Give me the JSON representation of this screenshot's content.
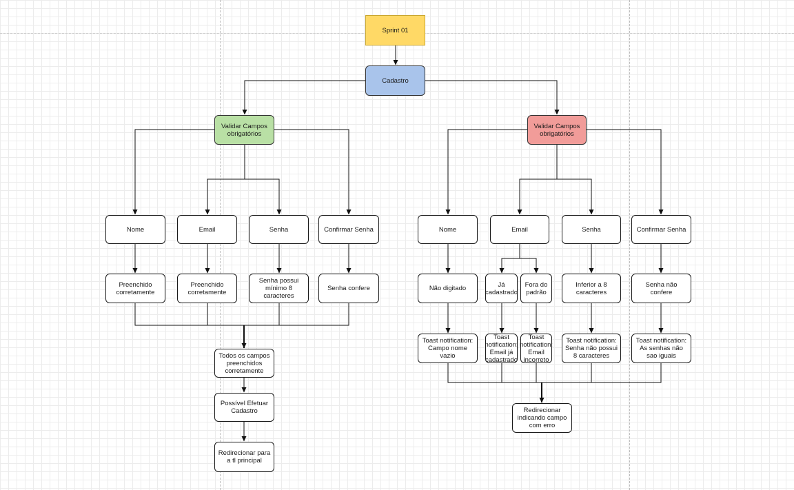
{
  "diagram": {
    "sprint": "Sprint 01",
    "cadastro": "Cadastro",
    "success_branch": {
      "validar": "Validar Campos obrigatórios",
      "fields": [
        {
          "label": "Nome",
          "result": "Preenchido corretamente"
        },
        {
          "label": "Email",
          "result": "Preenchido corretamente"
        },
        {
          "label": "Senha",
          "result": "Senha possui mínimo 8 caracteres"
        },
        {
          "label": "Confirmar Senha",
          "result": "Senha confere"
        }
      ],
      "todos": "Todos os campos preenchidos corretamente",
      "possivel": "Possível Efetuar Cadastro",
      "redirect": "Redirecionar para a tl principal"
    },
    "error_branch": {
      "validar": "Validar Campos obrigatórios",
      "fields": [
        {
          "label": "Nome",
          "result": "Não digitado",
          "toast": "Toast notification: Campo nome vazio"
        },
        {
          "label": "Email",
          "results": [
            {
              "result": "Já cadastrado",
              "toast": "Toast notification: Email já cadastrado"
            },
            {
              "result": "Fora do padrão",
              "toast": "Toast notification: Email incorreto"
            }
          ]
        },
        {
          "label": "Senha",
          "result": "Inferior a 8 caracteres",
          "toast": "Toast notification: Senha não possui 8 caracteres"
        },
        {
          "label": "Confirmar Senha",
          "result": "Senha não confere",
          "toast": "Toast notification: As senhas não sao iguais"
        }
      ],
      "redirect": "Redirecionar indicando campo com erro"
    }
  }
}
